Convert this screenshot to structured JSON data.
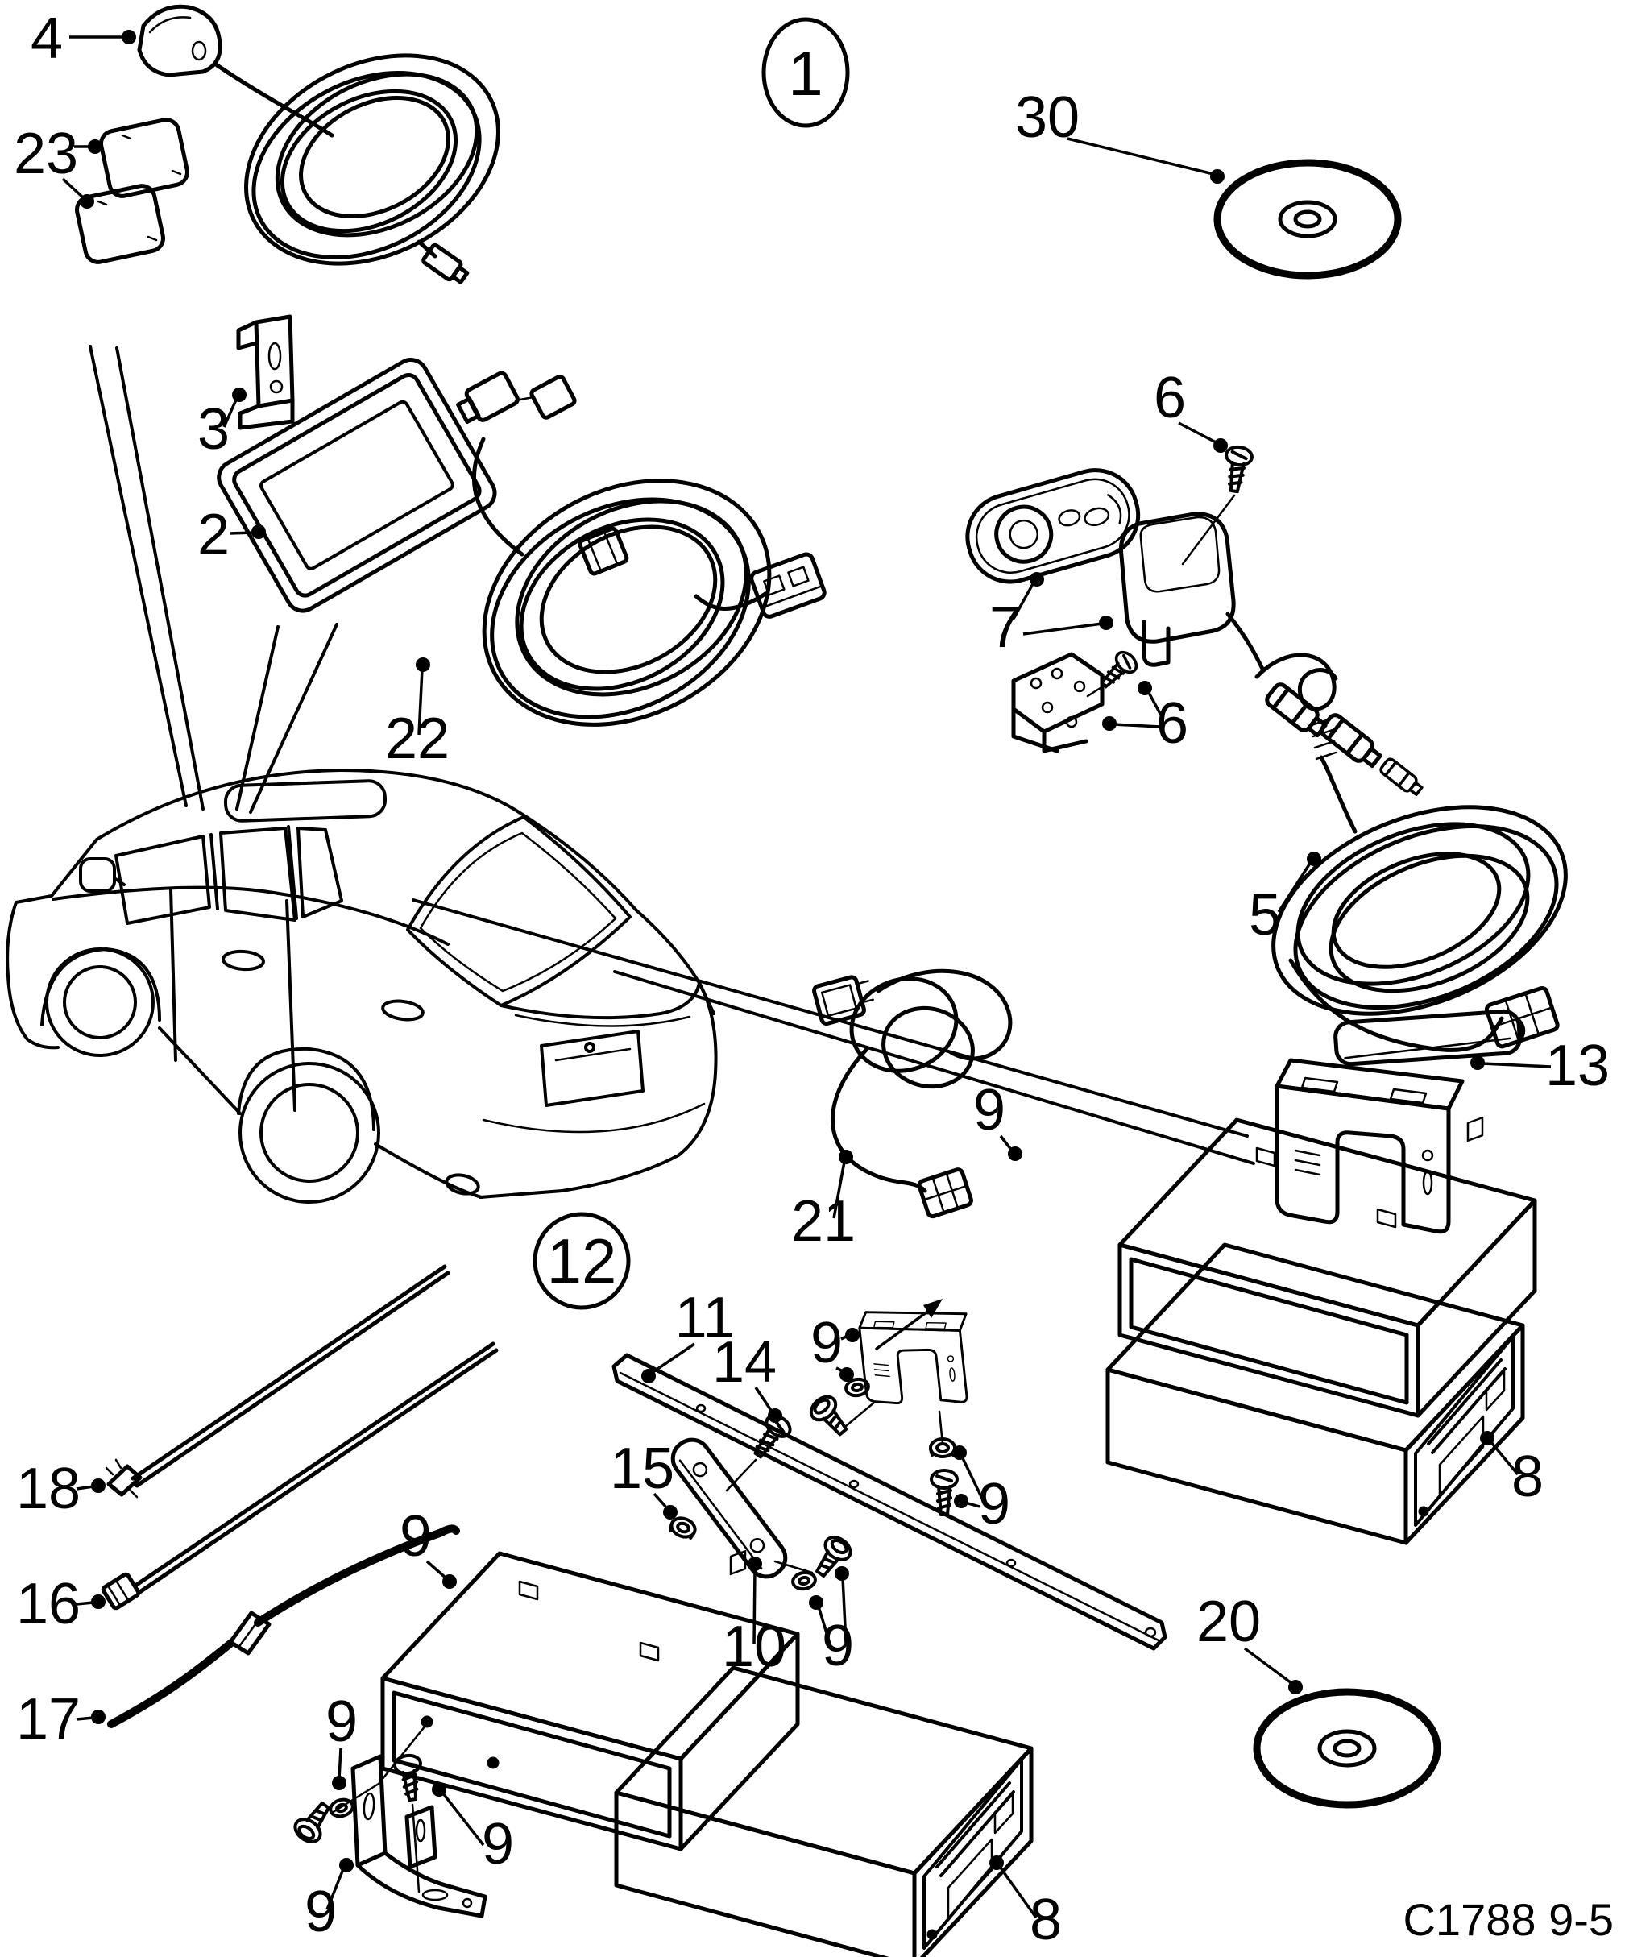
{
  "figure": {
    "caption": "C1788 9-5",
    "assemblies": [
      {
        "label": "1"
      },
      {
        "label": "12"
      }
    ],
    "callouts": [
      {
        "ref": "4"
      },
      {
        "ref": "23"
      },
      {
        "ref": "3"
      },
      {
        "ref": "2"
      },
      {
        "ref": "30"
      },
      {
        "ref": "6"
      },
      {
        "ref": "7"
      },
      {
        "ref": "6"
      },
      {
        "ref": "22"
      },
      {
        "ref": "5"
      },
      {
        "ref": "13"
      },
      {
        "ref": "21"
      },
      {
        "ref": "9"
      },
      {
        "ref": "11"
      },
      {
        "ref": "14"
      },
      {
        "ref": "9"
      },
      {
        "ref": "15"
      },
      {
        "ref": "10"
      },
      {
        "ref": "9"
      },
      {
        "ref": "9"
      },
      {
        "ref": "18"
      },
      {
        "ref": "16"
      },
      {
        "ref": "17"
      },
      {
        "ref": "9"
      },
      {
        "ref": "9"
      },
      {
        "ref": "9"
      },
      {
        "ref": "9"
      },
      {
        "ref": "8"
      },
      {
        "ref": "20"
      },
      {
        "ref": "8"
      }
    ]
  }
}
